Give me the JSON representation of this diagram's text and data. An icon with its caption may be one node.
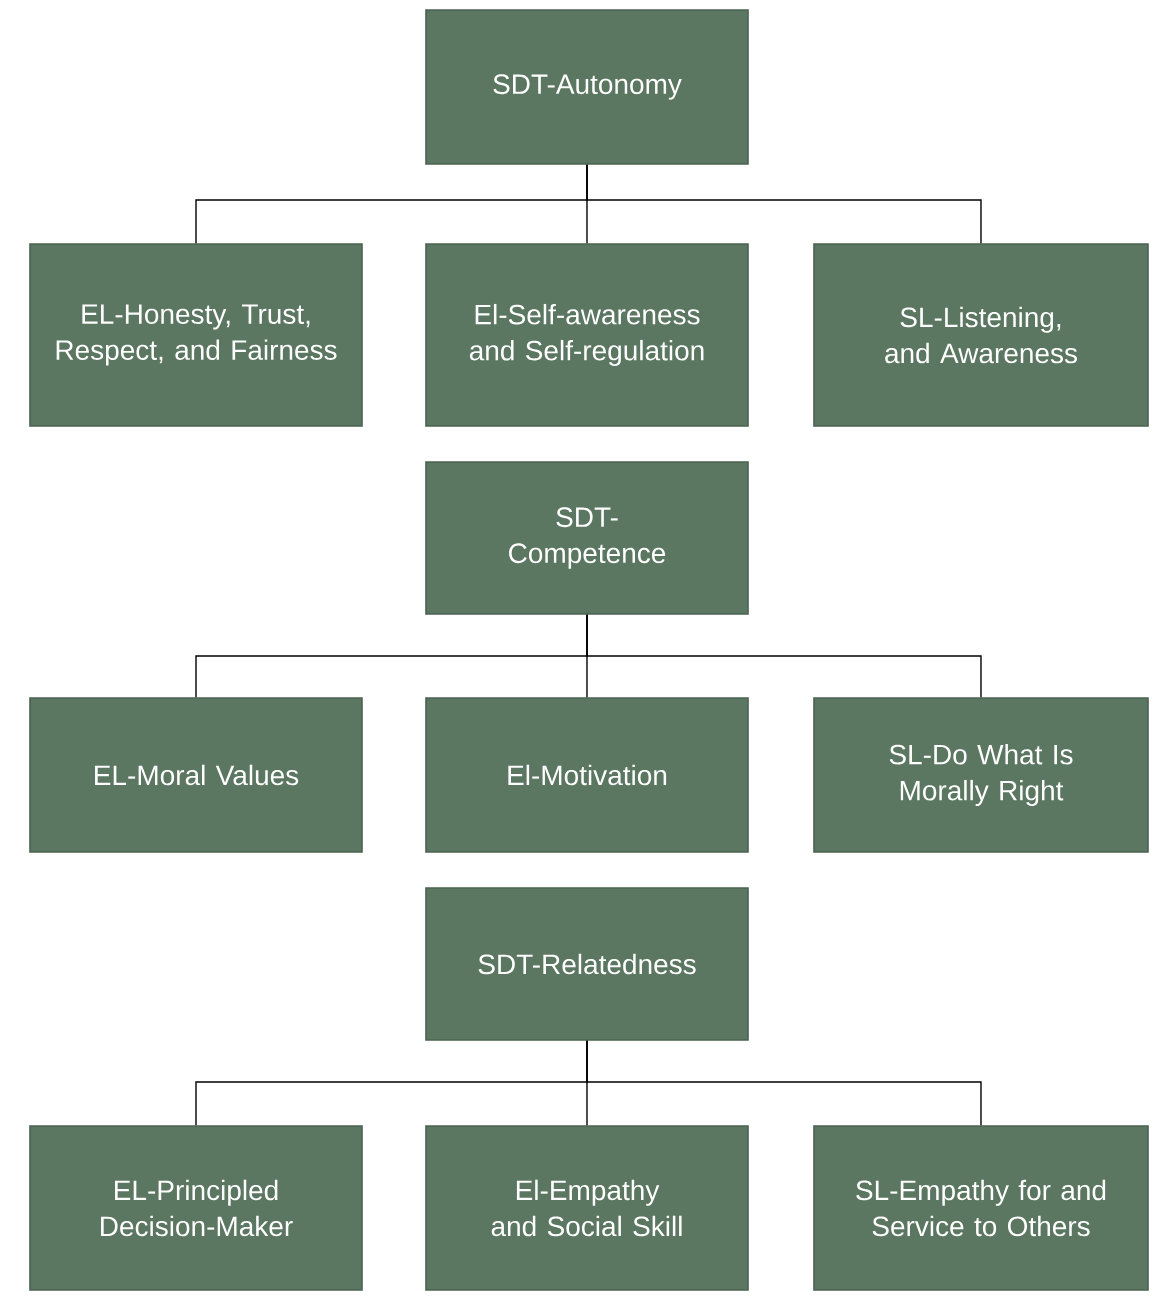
{
  "diagram": {
    "nodes": [
      {
        "text": [
          "SDT-Autonomy"
        ]
      },
      {
        "text": [
          "EL-Honesty, Trust, Respect, and Fairness"
        ]
      },
      {
        "text": [
          "El-Self-awareness and Self-regulation"
        ]
      },
      {
        "text": [
          "SL-Listening, and Awareness"
        ]
      },
      {
        "text": [
          "SDT-Competence"
        ]
      },
      {
        "text": [
          "EL-Moral Values"
        ]
      },
      {
        "text": [
          "El-Motivation"
        ]
      },
      {
        "text": [
          "SL-Do What Is Morally Right"
        ]
      },
      {
        "text": [
          "SDT-Relatedness"
        ]
      },
      {
        "text": [
          "EL-Principled Decision-Maker"
        ]
      },
      {
        "text": [
          "El-Empathy and Social Skill"
        ]
      },
      {
        "text": [
          "SL-Empathy for and Service to Others"
        ]
      }
    ],
    "edges": [
      {
        "from": 0,
        "to": 1,
        "arrow": "none"
      },
      {
        "from": 0,
        "to": 2,
        "arrow": "none"
      },
      {
        "from": 0,
        "to": 3,
        "arrow": "none"
      },
      {
        "from": 4,
        "to": 5,
        "arrow": "none"
      },
      {
        "from": 4,
        "to": 6,
        "arrow": "none"
      },
      {
        "from": 4,
        "to": 7,
        "arrow": "none"
      },
      {
        "from": 8,
        "to": 9,
        "arrow": "none"
      },
      {
        "from": 8,
        "to": 10,
        "arrow": "none"
      },
      {
        "from": 8,
        "to": 11,
        "arrow": "none"
      }
    ]
  }
}
